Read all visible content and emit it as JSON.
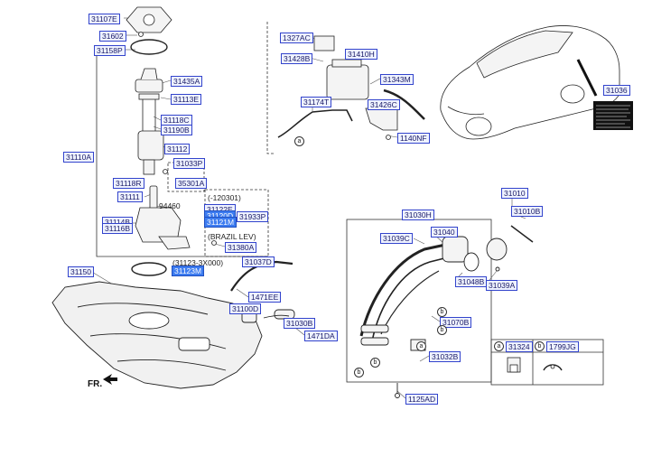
{
  "parts": {
    "p31107E": "31107E",
    "p31602": "31602",
    "p31158P": "31158P",
    "p31435A": "31435A",
    "p31113E": "31113E",
    "p31118C": "31118C",
    "p31190B": "31190B",
    "p31112": "31112",
    "p31110A": "31110A",
    "p31033P_top": "31033P",
    "p31118R": "31118R",
    "p35301A": "35301A",
    "p31111": "31111",
    "p94460": "94460",
    "p31122E": "31122E",
    "p31120D": "31120D",
    "p31121M": "31121M",
    "p31933P_right": "31933P",
    "p31114B": "31114B",
    "p31116B": "31116B",
    "p31380A": "31380A",
    "p31123M": "31123M",
    "p31150": "31150",
    "p31037D": "31037D",
    "p1471EE": "1471EE",
    "p31100D": "31100D",
    "p31030B": "31030B",
    "p1471DA": "1471DA",
    "p1327AC": "1327AC",
    "p31428B": "31428B",
    "p31410H": "31410H",
    "p31343M": "31343M",
    "p31174T": "31174T",
    "p31426C": "31426C",
    "p1140NF": "1140NF",
    "p31036": "31036",
    "p31010": "31010",
    "p31010B": "31010B",
    "p31030H": "31030H",
    "p31039C": "31039C",
    "p31040": "31040",
    "p31048B": "31048B",
    "p31039A": "31039A",
    "p31070B": "31070B",
    "p31032B": "31032B",
    "p1125AD": "1125AD",
    "p31324": "31324",
    "p1799JG": "1799JG"
  },
  "notes": {
    "date_range": "(-120301)",
    "brazil": "(BRAZIL LEV)",
    "brazil_label_line": "(31123-3X000)",
    "fr": "FR."
  },
  "refs": {
    "a": "a",
    "b": "b"
  }
}
